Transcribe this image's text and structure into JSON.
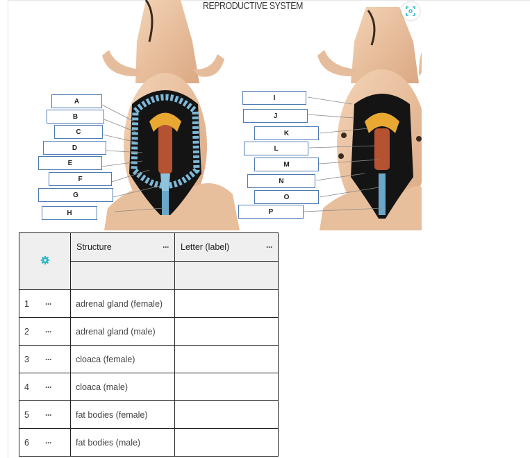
{
  "figure": {
    "title": "REPRODUCTIVE SYSTEM",
    "labels_left": [
      "A",
      "B",
      "C",
      "D",
      "E",
      "F",
      "G",
      "H"
    ],
    "labels_right": [
      "I",
      "J",
      "K",
      "L",
      "M",
      "N",
      "O",
      "P"
    ]
  },
  "expand_icon": "expand-icon",
  "table": {
    "settings_icon": "gear-icon",
    "columns": [
      "Structure",
      "Letter (label)"
    ],
    "menu_glyph": "···",
    "rows": [
      {
        "num": "1",
        "structure": "adrenal gland (female)",
        "label": ""
      },
      {
        "num": "2",
        "structure": "adrenal gland (male)",
        "label": ""
      },
      {
        "num": "3",
        "structure": "cloaca (female)",
        "label": ""
      },
      {
        "num": "4",
        "structure": "cloaca (male)",
        "label": ""
      },
      {
        "num": "5",
        "structure": "fat bodies (female)",
        "label": ""
      },
      {
        "num": "6",
        "structure": "fat bodies (male)",
        "label": ""
      }
    ]
  },
  "colors": {
    "accent": "#2bb5c8",
    "label_border": "#4d7bb3",
    "skin": "#ecc4a2"
  }
}
